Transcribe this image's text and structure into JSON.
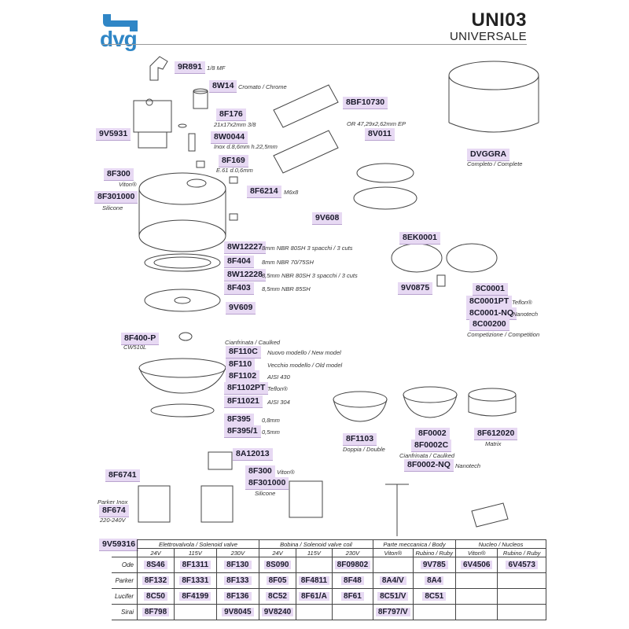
{
  "header": {
    "brand": "dvg",
    "title": "UNI03",
    "subtitle": "UNIVERSALE"
  },
  "parts": [
    {
      "code": "9R891",
      "desc": "1/8 MF"
    },
    {
      "code": "8W14",
      "desc": "Cromato / Chrome"
    },
    {
      "code": "8F176",
      "desc": "21x17x2mm 3/8"
    },
    {
      "code": "9V5931",
      "desc": ""
    },
    {
      "code": "8W0044",
      "desc": "Inox d.8,6mm h.22,5mm"
    },
    {
      "code": "8F169",
      "desc": "E.61 d.0,6mm"
    },
    {
      "code": "8F300",
      "desc": "Viton®"
    },
    {
      "code": "8F301000",
      "desc": "Silicone"
    },
    {
      "code": "8F6214",
      "desc": "M6x8"
    },
    {
      "code": "8BF10730",
      "desc": ""
    },
    {
      "code": "8V011",
      "desc": "OR 47,29x2,62mm EP"
    },
    {
      "code": "DVGGRA",
      "desc": "Completo / Complete"
    },
    {
      "code": "9V608",
      "desc": ""
    },
    {
      "code": "8EK0001",
      "desc": ""
    },
    {
      "code": "8W12227",
      "desc": "8mm NBR 80SH 3 spacchi / 3 cuts"
    },
    {
      "code": "8F404",
      "desc": "8mm NBR 70/75SH"
    },
    {
      "code": "8W12228",
      "desc": "8,5mm NBR 80SH 3 spacchi / 3 cuts"
    },
    {
      "code": "8F403",
      "desc": "8,5mm NBR 85SH"
    },
    {
      "code": "9V609",
      "desc": ""
    },
    {
      "code": "9V0875",
      "desc": ""
    },
    {
      "code": "8C0001",
      "desc": ""
    },
    {
      "code": "8C0001PT",
      "desc": "Teflon®"
    },
    {
      "code": "8C0001-NQ",
      "desc": "Nanotech"
    },
    {
      "code": "8C00200",
      "desc": "Competizione / Competition"
    },
    {
      "code": "8F400-P",
      "desc": "CW510L"
    },
    {
      "code": "8F110C",
      "desc": "Nuovo modello / New model"
    },
    {
      "code": "8F110",
      "desc": "Vecchio modello / Old model"
    },
    {
      "code": "8F1102",
      "desc": "AISI 430"
    },
    {
      "code": "8F1102PT",
      "desc": "Teflon®"
    },
    {
      "code": "8F11021",
      "desc": "AISI 304"
    },
    {
      "code": "8F395",
      "desc": "0,8mm"
    },
    {
      "code": "8F395/1",
      "desc": "0,5mm"
    },
    {
      "code": "8F1103",
      "desc": "Doppia / Double"
    },
    {
      "code": "8F0002",
      "desc": ""
    },
    {
      "code": "8F0002C",
      "desc": "Cianfrinata / Caulked"
    },
    {
      "code": "8F0002-NQ",
      "desc": "Nanotech"
    },
    {
      "code": "8F612020",
      "desc": "Matrix"
    },
    {
      "code": "8A12013",
      "desc": ""
    },
    {
      "code": "8F6741",
      "desc": ""
    },
    {
      "code": "8F300",
      "desc": "Viton®"
    },
    {
      "code": "8F301000",
      "desc": "Silicone"
    },
    {
      "code": "8F674",
      "desc": "220-240V"
    },
    {
      "code": "9V59316",
      "desc": ""
    }
  ],
  "notes": {
    "caulked": "Cianfrinata / Caulked",
    "parker_inox": "Parker Inox",
    "complete": "Completo / Complete"
  },
  "table": {
    "groups": [
      "Elettrovalvola / Solenoid valve",
      "Bobina / Solenoid valve coil",
      "Parte meccanica / Body",
      "Nucleo / Nucleos"
    ],
    "subheaders": [
      "24V",
      "115V",
      "230V",
      "24V",
      "115V",
      "230V",
      "Viton®",
      "Rubino / Ruby",
      "Viton®",
      "Rubino / Ruby"
    ],
    "rows": [
      {
        "label": "Ode",
        "cells": [
          "8S46",
          "8F1311",
          "8F130",
          "8S090",
          "",
          "8F09802",
          "",
          "9V785",
          "6V4506",
          "6V4573"
        ]
      },
      {
        "label": "Parker",
        "cells": [
          "8F132",
          "8F1331",
          "8F133",
          "8F05",
          "8F4811",
          "8F48",
          "8A4/V",
          "8A4",
          "",
          ""
        ]
      },
      {
        "label": "Lucifer",
        "cells": [
          "8C50",
          "8F4199",
          "8F136",
          "8C52",
          "8F61/A",
          "8F61",
          "8C51/V",
          "8C51",
          "",
          ""
        ]
      },
      {
        "label": "Sirai",
        "cells": [
          "8F798",
          "",
          "9V8045",
          "9V8240",
          "",
          "",
          "8F797/V",
          "",
          "",
          ""
        ]
      }
    ]
  },
  "colors": {
    "label_bg": "#e7d9f3",
    "brand": "#2f86c6"
  }
}
